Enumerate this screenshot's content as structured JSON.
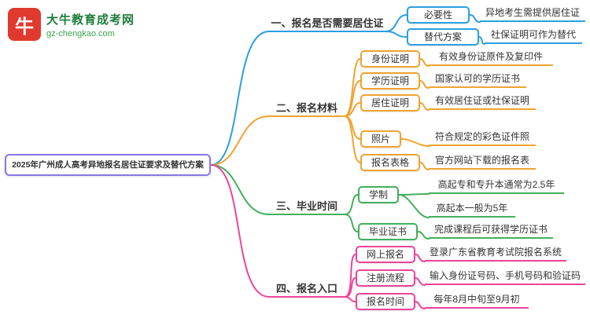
{
  "logo": {
    "icon_char": "牛",
    "title": "大牛教育成考网",
    "subtitle": "gz-chengkao.com"
  },
  "root_label": "2025年广州成人高考异地报名居住证要求及替代方案",
  "colors": {
    "branch1": "#2b9fe0",
    "branch2": "#f0a330",
    "branch3": "#43b05c",
    "bran4_unused": "#000000",
    "branch4": "#ee4499",
    "root-border": "#8577e6",
    "logo-red": "#e03a2f",
    "logo-green-dark": "#1e7c3c",
    "logo-green-light": "#3aa34f",
    "ink": "#333333"
  },
  "branches": [
    {
      "label": "一、报名是否需要居住证",
      "children": [
        {
          "label": "必要性",
          "leaves": [
            "异地考生需提供居住证"
          ]
        },
        {
          "label": "替代方案",
          "leaves": [
            "社保证明可作为替代"
          ]
        }
      ]
    },
    {
      "label": "二、报名材料",
      "children": [
        {
          "label": "身份证明",
          "leaves": [
            "有效身份证原件及复印件"
          ]
        },
        {
          "label": "学历证明",
          "leaves": [
            "国家认可的学历证书"
          ]
        },
        {
          "label": "居住证明",
          "leaves": [
            "有效居住证或社保证明"
          ]
        },
        {
          "label": "照片",
          "leaves": [
            "符合规定的彩色证件照"
          ]
        },
        {
          "label": "报名表格",
          "leaves": [
            "官方网站下载的报名表"
          ]
        }
      ]
    },
    {
      "label": "三、毕业时间",
      "children": [
        {
          "label": "学制",
          "leaves": [
            "高起专和专升本通常为2.5年",
            "高起本一般为5年"
          ]
        },
        {
          "label": "毕业证书",
          "leaves": [
            "完成课程后可获得学历证书"
          ]
        }
      ]
    },
    {
      "label": "四、报名入口",
      "children": [
        {
          "label": "网上报名",
          "leaves": [
            "登录广东省教育考试院报名系统"
          ]
        },
        {
          "label": "注册流程",
          "leaves": [
            "输入身份证号码、手机号码和验证码"
          ]
        },
        {
          "label": "报名时间",
          "leaves": [
            "每年8月中旬至9月初"
          ]
        }
      ]
    }
  ]
}
